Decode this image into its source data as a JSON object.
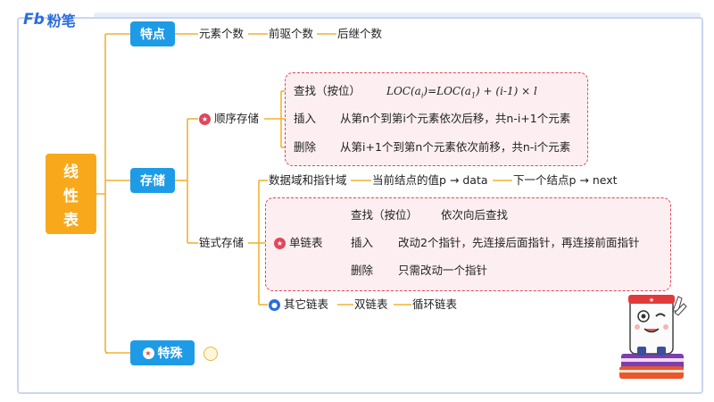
{
  "brand": {
    "logo_mark": "Fb",
    "name": "粉笔"
  },
  "root": {
    "chars": [
      "线",
      "性",
      "表"
    ]
  },
  "features": {
    "label": "特点",
    "items": [
      "元素个数",
      "前驱个数",
      "后继个数"
    ]
  },
  "storage": {
    "label": "存储",
    "sequential": {
      "label": "顺序存储",
      "ops": [
        {
          "name": "查找（按位）",
          "formula": "LOC(a_i)=LOC(a_1)+(i-1)×l"
        },
        {
          "name": "插入",
          "desc": "从第n个到第i个元素依次后移，共n-i+1个元素"
        },
        {
          "name": "删除",
          "desc": "从第i+1个到第n个元素依次前移，共n-i个元素"
        }
      ]
    },
    "linked": {
      "label": "链式存储",
      "fields": {
        "label": "数据域和指针域",
        "data_field": "当前结点的值p → data",
        "pointer_field": "下一个结点p → next"
      },
      "singly": {
        "label": "单链表",
        "ops": [
          {
            "name": "查找（按位）",
            "desc": "依次向后查找"
          },
          {
            "name": "插入",
            "desc": "改动2个指针，先连接后面指针，再连接前面指针"
          },
          {
            "name": "删除",
            "desc": "只需改动一个指针"
          }
        ]
      },
      "others": {
        "label": "其它链表",
        "items": [
          "双链表",
          "循环链表"
        ]
      }
    }
  },
  "special": {
    "label": "特殊"
  },
  "colors": {
    "branch_line": "#f2b233",
    "node_blue": "#1d9be6",
    "root_orange": "#f8a91b",
    "dashed_pink": "#e0475a",
    "frame": "#c9d5f2"
  }
}
